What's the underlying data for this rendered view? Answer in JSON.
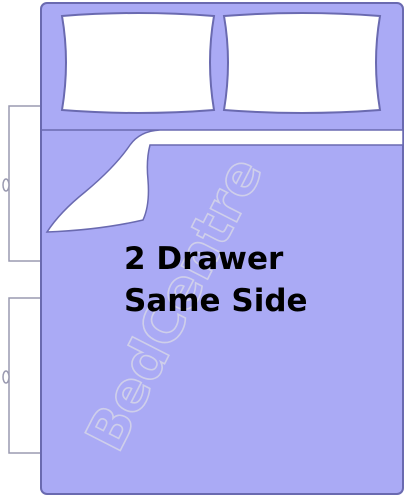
{
  "caption": {
    "line1": "2 Drawer",
    "line2": "Same Side"
  },
  "watermark": {
    "text": "BedCentre"
  },
  "colors": {
    "mattress": "#aaaaf5",
    "outline": "#6a6ab0",
    "pillow": "#ffffff",
    "drawer": "#ffffff",
    "drawer_outline": "#9a9ab0"
  },
  "drawers": {
    "count": 2,
    "side": "left"
  }
}
